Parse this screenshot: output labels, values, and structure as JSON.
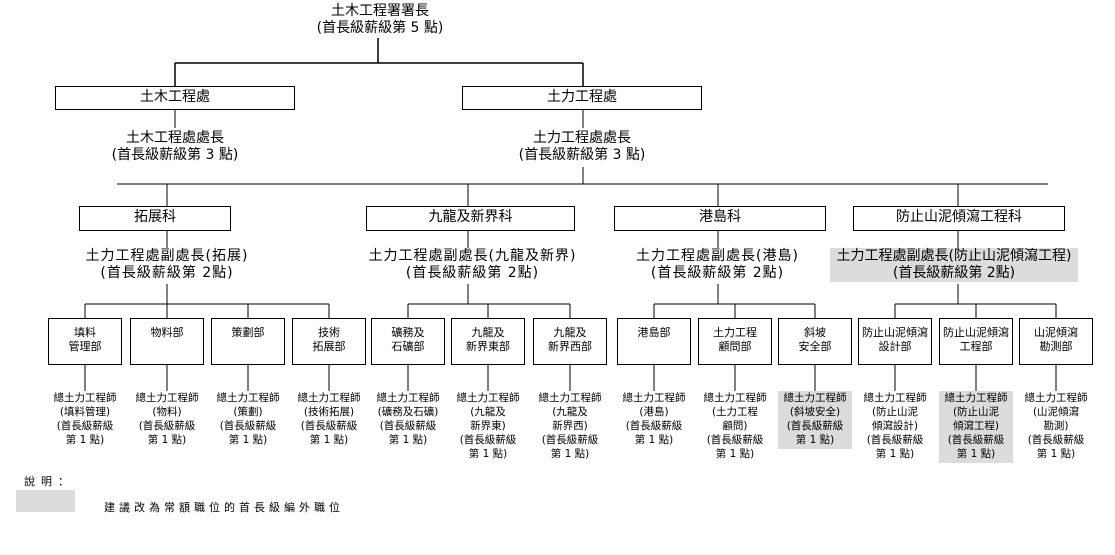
{
  "chart": {
    "head": {
      "title": "土木工程署署長",
      "rank": "(首長級薪級第 5 點)"
    },
    "departments": [
      {
        "name": "土木工程處",
        "head_title": "土木工程處處長",
        "head_rank": "(首長級薪級第 3 點)"
      },
      {
        "name": "土力工程處",
        "head_title": "土力工程處處長",
        "head_rank": "(首長級薪級第 3 點)"
      }
    ],
    "divisions": [
      {
        "name": "拓展科",
        "head_title": "土力工程處副處長(拓展)",
        "head_rank": "(首長級薪級第 2點)",
        "shaded": false,
        "units": [
          {
            "name_lines": [
              "填料",
              "管理部"
            ],
            "post_lines": [
              "總土力工程師",
              "(填料管理)",
              "(首長級薪級",
              "第 1 點)"
            ],
            "shaded": false
          },
          {
            "name_lines": [
              "物料部"
            ],
            "post_lines": [
              "總土力工程師",
              "(物料)",
              "(首長級薪級",
              "第 1 點)"
            ],
            "shaded": false
          },
          {
            "name_lines": [
              "策劃部"
            ],
            "post_lines": [
              "總土力工程師",
              "(策劃)",
              "(首長級薪級",
              "第 1 點)"
            ],
            "shaded": false
          },
          {
            "name_lines": [
              "技術",
              "拓展部"
            ],
            "post_lines": [
              "總土力工程師",
              "(技術拓展)",
              "(首長級薪級",
              "第 1 點)"
            ],
            "shaded": false
          }
        ]
      },
      {
        "name": "九龍及新界科",
        "head_title": "土力工程處副處長(九龍及新界)",
        "head_rank": "(首長級薪級第 2點)",
        "shaded": false,
        "units": [
          {
            "name_lines": [
              "礦務及",
              "石礦部"
            ],
            "post_lines": [
              "總土力工程師",
              "(礦務及石礦)",
              "(首長級薪級",
              "第 1 點)"
            ],
            "shaded": false
          },
          {
            "name_lines": [
              "九龍及",
              "新界東部"
            ],
            "post_lines": [
              "總土力工程師",
              "(九龍及",
              "新界東)",
              "(首長級薪級",
              "第 1 點)"
            ],
            "shaded": false
          },
          {
            "name_lines": [
              "九龍及",
              "新界西部"
            ],
            "post_lines": [
              "總土力工程師",
              "(九龍及",
              "新界西)",
              "(首長級薪級",
              "第 1 點)"
            ],
            "shaded": false
          }
        ]
      },
      {
        "name": "港島科",
        "head_title": "土力工程處副處長(港島)",
        "head_rank": "(首長級薪級第 2點)",
        "shaded": false,
        "units": [
          {
            "name_lines": [
              "港島部"
            ],
            "post_lines": [
              "總土力工程師",
              "(港島)",
              "(首長級薪級",
              "第 1 點)"
            ],
            "shaded": false
          },
          {
            "name_lines": [
              "土力工程",
              "顧問部"
            ],
            "post_lines": [
              "總土力工程師",
              "(土力工程",
              "顧問)",
              "(首長級薪級",
              "第 1 點)"
            ],
            "shaded": false
          },
          {
            "name_lines": [
              "斜坡",
              "安全部"
            ],
            "post_lines": [
              "總土力工程師",
              "(斜坡安全)",
              "(首長級薪級",
              "第 1 點)"
            ],
            "shaded": true
          }
        ]
      },
      {
        "name": "防止山泥傾瀉工程科",
        "head_title": "土力工程處副處長(防止山泥傾瀉工程)",
        "head_rank": "(首長級薪級第 2點)",
        "shaded": true,
        "units": [
          {
            "name_lines": [
              "防止山泥傾瀉",
              "設計部"
            ],
            "post_lines": [
              "總土力工程師",
              "(防止山泥",
              "傾瀉設計)",
              "(首長級薪級",
              "第 1 點)"
            ],
            "shaded": false
          },
          {
            "name_lines": [
              "防止山泥傾瀉",
              "工程部"
            ],
            "post_lines": [
              "總土力工程師",
              "(防止山泥",
              "傾瀉工程)",
              "(首長級薪級",
              "第 1 點)"
            ],
            "shaded": true
          },
          {
            "name_lines": [
              "山泥傾瀉",
              "勘測部"
            ],
            "post_lines": [
              "總土力工程師",
              "(山泥傾瀉",
              "勘測)",
              "(首長級薪級",
              "第 1 點)"
            ],
            "shaded": false
          }
        ]
      }
    ]
  },
  "legend": {
    "title": "說明：",
    "shaded_color": "#dcdcdc",
    "shaded_meaning": "建議改為常額職位的首長級編外職位"
  }
}
